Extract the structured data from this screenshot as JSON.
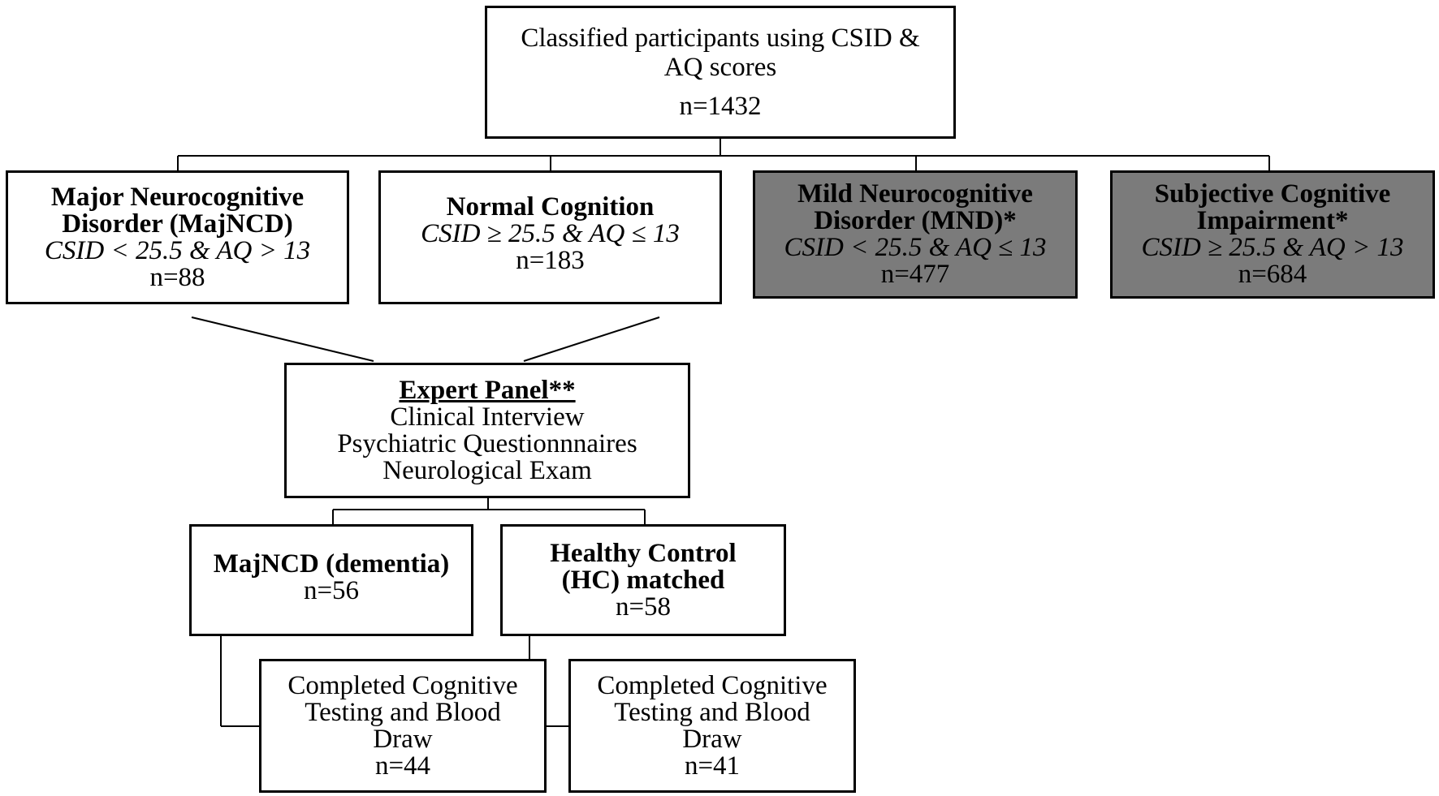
{
  "root": {
    "title": "Classified participants using CSID &\nAQ scores",
    "n": "n=1432"
  },
  "majncd": {
    "title": "Major Neurocognitive\nDisorder (MajNCD)",
    "criteria": "CSID < 25.5 & AQ > 13",
    "n": "n=88"
  },
  "normal": {
    "title": "Normal Cognition",
    "criteria": "CSID ≥ 25.5 & AQ ≤ 13",
    "n": "n=183"
  },
  "mnd": {
    "title": "Mild Neurocognitive\nDisorder (MND)*",
    "criteria": "CSID < 25.5 & AQ ≤ 13",
    "n": "n=477"
  },
  "sci": {
    "title": "Subjective Cognitive\nImpairment*",
    "criteria": "CSID ≥ 25.5 & AQ > 13",
    "n": "n=684"
  },
  "panel": {
    "title": "Expert Panel**",
    "items": [
      "Clinical Interview",
      "Psychiatric Questionnnaires",
      "Neurological Exam"
    ]
  },
  "dementia": {
    "title": "MajNCD (dementia)",
    "n": "n=56"
  },
  "hc": {
    "title": "Healthy Control\n(HC) matched",
    "n": "n=58"
  },
  "completed_left": {
    "title": "Completed Cognitive\nTesting and Blood\nDraw",
    "n": "n=44"
  },
  "completed_right": {
    "title": "Completed Cognitive\nTesting and Blood\nDraw",
    "n": "n=41"
  },
  "colors": {
    "shaded_box": "#7b7b7b",
    "line": "#000000"
  }
}
